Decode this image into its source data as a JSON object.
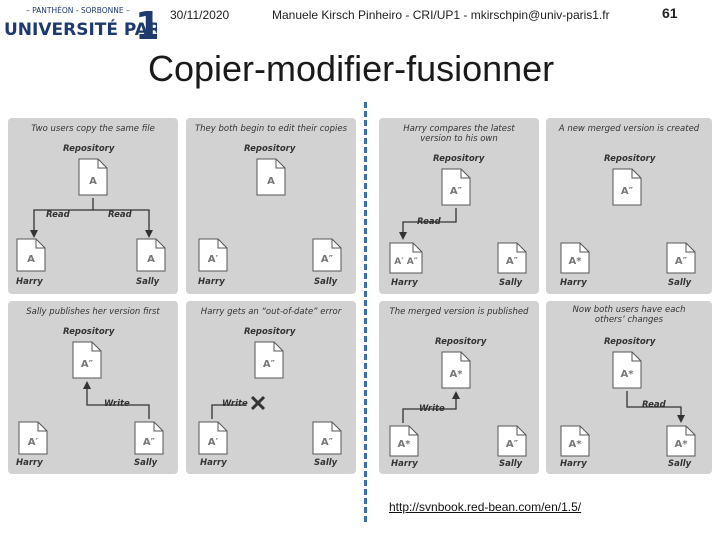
{
  "header": {
    "logo": {
      "line1": "– PANTHÉON - SORBONNE –",
      "line2": "UNIVERSITÉ PARIS",
      "numeral": "1"
    },
    "date": "30/11/2020",
    "author": "Manuele Kirsch Pinheiro - CRI/UP1 - mkirschpin@univ-paris1.fr",
    "page_number": "61"
  },
  "title": "Copier-modifier-fusionner",
  "panels": [
    {
      "caption": "Two users copy the same file",
      "repo_label": "Repository",
      "repo_doc": "A",
      "harry_label": "Harry",
      "harry_doc": "A",
      "sally_label": "Sally",
      "sally_doc": "A",
      "arrows": [
        "Read",
        "Read"
      ]
    },
    {
      "caption": "They both begin to edit their copies",
      "repo_label": "Repository",
      "repo_doc": "A",
      "harry_label": "Harry",
      "harry_doc": "A′",
      "sally_label": "Sally",
      "sally_doc": "A″",
      "arrows": []
    },
    {
      "caption": "Harry compares the latest version to his own",
      "repo_label": "Repository",
      "repo_doc": "A″",
      "harry_label": "Harry",
      "harry_doc": "A′ A″",
      "sally_label": "Sally",
      "sally_doc": "A″",
      "arrows": [
        "Read"
      ]
    },
    {
      "caption": "A new merged version is created",
      "repo_label": "Repository",
      "repo_doc": "A″",
      "harry_label": "Harry",
      "harry_doc": "A*",
      "sally_label": "Sally",
      "sally_doc": "A″",
      "arrows": []
    },
    {
      "caption": "Sally publishes her version first",
      "repo_label": "Repository",
      "repo_doc": "A″",
      "harry_label": "Harry",
      "harry_doc": "A′",
      "sally_label": "Sally",
      "sally_doc": "A″",
      "arrows": [
        "Write"
      ]
    },
    {
      "caption": "Harry gets an “out-of-date” error",
      "repo_label": "Repository",
      "repo_doc": "A″",
      "harry_label": "Harry",
      "harry_doc": "A′",
      "sally_label": "Sally",
      "sally_doc": "A″",
      "arrows": [
        "Write"
      ]
    },
    {
      "caption": "The merged version is published",
      "repo_label": "Repository",
      "repo_doc": "A*",
      "harry_label": "Harry",
      "harry_doc": "A*",
      "sally_label": "Sally",
      "sally_doc": "A″",
      "arrows": [
        "Write"
      ]
    },
    {
      "caption": "Now both users have each others’ changes",
      "repo_label": "Repository",
      "repo_doc": "A*",
      "harry_label": "Harry",
      "harry_doc": "A*",
      "sally_label": "Sally",
      "sally_doc": "A*",
      "arrows": [
        "Read"
      ]
    }
  ],
  "footer": {
    "link": "http://svnbook.red-bean.com/en/1.5/"
  },
  "colors": {
    "panel_bg": "#d2d2d2",
    "divider": "#3b6fb0",
    "error_mark": "#333333"
  }
}
